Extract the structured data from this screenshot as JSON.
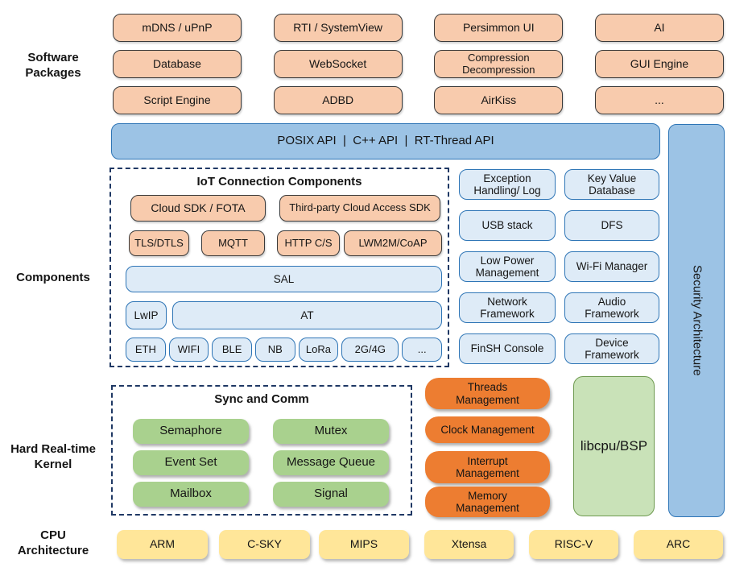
{
  "colors": {
    "peach": "#F8CBAD",
    "blue_bar": "#9CC3E5",
    "blue_border": "#2E75B6",
    "light_blue": "#DEEBF7",
    "green": "#A9D18E",
    "light_green": "#C9E2B8",
    "orange": "#ED7D31",
    "yellow": "#FFE699",
    "dash_navy": "#1F3864"
  },
  "side_labels": {
    "software_packages": "Software\nPackages",
    "components": "Components",
    "kernel": "Hard Real-time\nKernel",
    "cpu": "CPU\nArchitecture"
  },
  "software_packages": {
    "rows": [
      [
        "mDNS / uPnP",
        "RTI / SystemView",
        "Persimmon UI",
        "AI"
      ],
      [
        "Database",
        "WebSocket",
        "Compression\nDecompression",
        "GUI Engine"
      ],
      [
        "Script Engine",
        "ADBD",
        "AirKiss",
        "..."
      ]
    ]
  },
  "api_bar": "POSIX API  |  C++ API  |  RT-Thread API",
  "security_bar": "Security Architecture",
  "iot_box": {
    "title": "IoT Connection Components",
    "cloud_row": [
      "Cloud SDK / FOTA",
      "Third-party Cloud Access SDK"
    ],
    "protocol_row": [
      "TLS/DTLS",
      "MQTT",
      "HTTP C/S",
      "LWM2M/CoAP"
    ],
    "sal": "SAL",
    "lwip": "LwIP",
    "at": "AT",
    "links": [
      "ETH",
      "WIFI",
      "BLE",
      "NB",
      "LoRa",
      "2G/4G",
      "..."
    ]
  },
  "component_boxes": {
    "rows": [
      [
        "Exception\nHandling/ Log",
        "Key Value\nDatabase"
      ],
      [
        "USB stack",
        "DFS"
      ],
      [
        "Low Power\nManagement",
        "Wi-Fi Manager"
      ],
      [
        "Network\nFramework",
        "Audio\nFramework"
      ],
      [
        "FinSH Console",
        "Device\nFramework"
      ]
    ]
  },
  "kernel_box": {
    "title": "Sync and Comm",
    "rows": [
      [
        "Semaphore",
        "Mutex"
      ],
      [
        "Event Set",
        "Message Queue"
      ],
      [
        "Mailbox",
        "Signal"
      ]
    ],
    "management": [
      "Threads\nManagement",
      "Clock Management",
      "Interrupt\nManagement",
      "Memory\nManagement"
    ],
    "libcpu": "libcpu/BSP"
  },
  "cpu_row": [
    "ARM",
    "C-SKY",
    "MIPS",
    "Xtensa",
    "RISC-V",
    "ARC"
  ]
}
